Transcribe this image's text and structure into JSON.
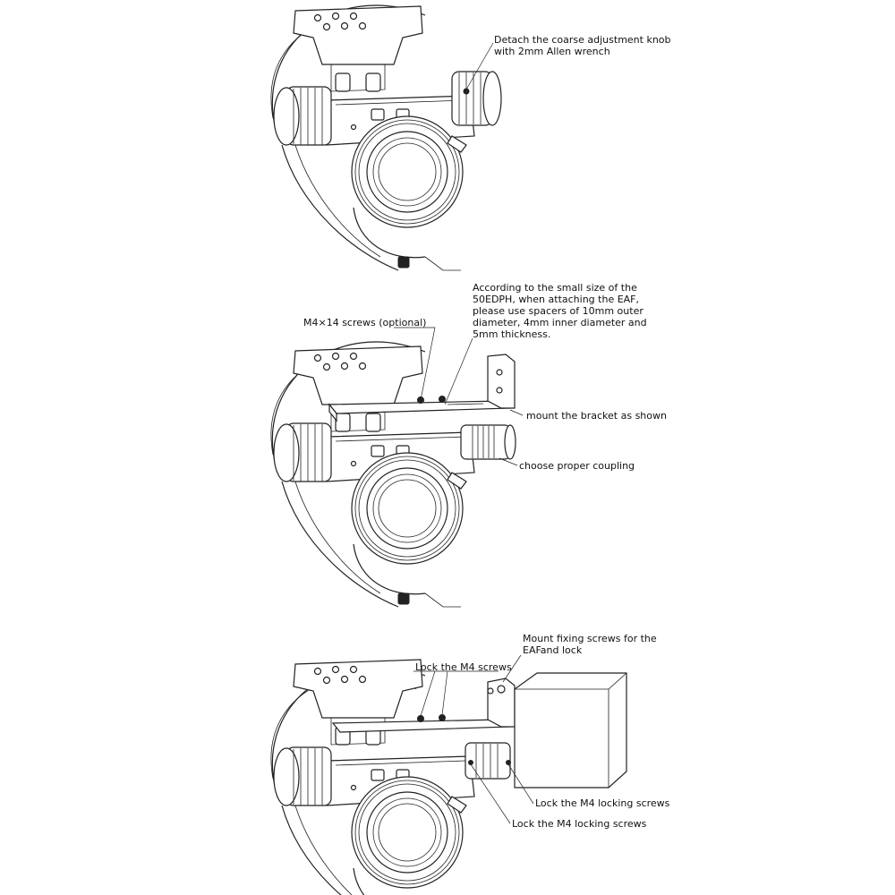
{
  "panel1": {
    "callout": {
      "line1": "Detach the coarse adjustment knob",
      "line2": "with 2mm Allen wrench"
    }
  },
  "panel2": {
    "note": {
      "line1": "According to the small size of the",
      "line2": "50EDPH, when attaching the EAF,",
      "line3": "please use spacers of 10mm outer",
      "line4": "diameter, 4mm inner diameter and",
      "line5": "5mm thickness."
    },
    "screws_label": "M4×14 screws (optional)",
    "bracket_label": "mount the bracket as shown",
    "coupling_label": "choose proper coupling"
  },
  "panel3": {
    "fixing": {
      "line1": "Mount fixing screws for the",
      "line2": "EAFand lock"
    },
    "lock_m4": "Lock the M4 screws",
    "locking_1": "Lock the M4 locking screws",
    "locking_2": "Lock the M4 locking screws"
  }
}
